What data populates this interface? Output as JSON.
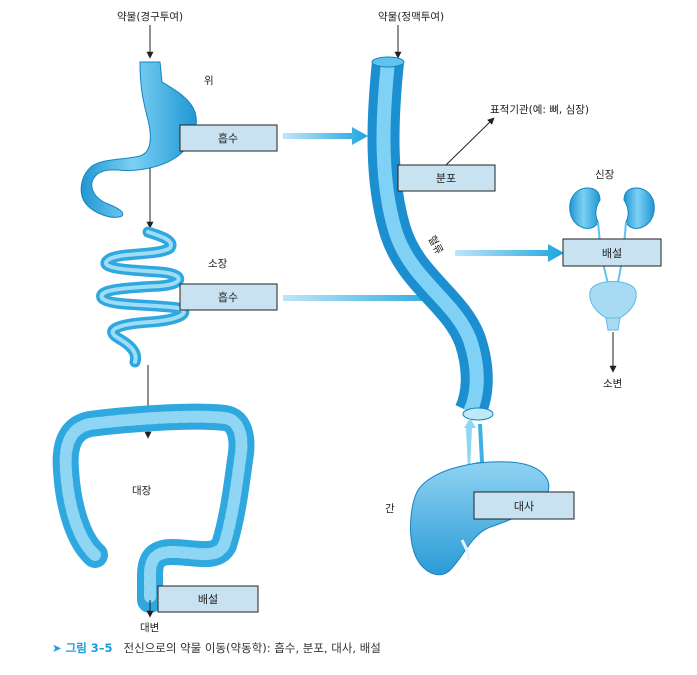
{
  "labels": {
    "oral_drug": "약물(경구투여)",
    "iv_drug": "약물(정맥투여)",
    "stomach": "위",
    "small_intestine": "소장",
    "large_intestine": "대장",
    "feces": "대변",
    "blood": "혈류",
    "target": "표적기관(예: 뼈, 심장)",
    "kidney": "신장",
    "urine": "소변",
    "liver": "간"
  },
  "boxes": {
    "absorb_stomach": "흡수",
    "absorb_intestine": "흡수",
    "distribution": "분포",
    "excretion_kidney": "배설",
    "metabolism": "대사",
    "excretion_colon": "배설"
  },
  "caption": {
    "fig": "➤ 그림 3–5",
    "text": "전신으로의 약물 이동(약동학): 흡수, 분포, 대사, 배설"
  },
  "colors": {
    "organ": "#3fb0e3",
    "organ_light": "#a6dbf3",
    "arrow": "#29aae1",
    "box": "#c8e2f1"
  }
}
